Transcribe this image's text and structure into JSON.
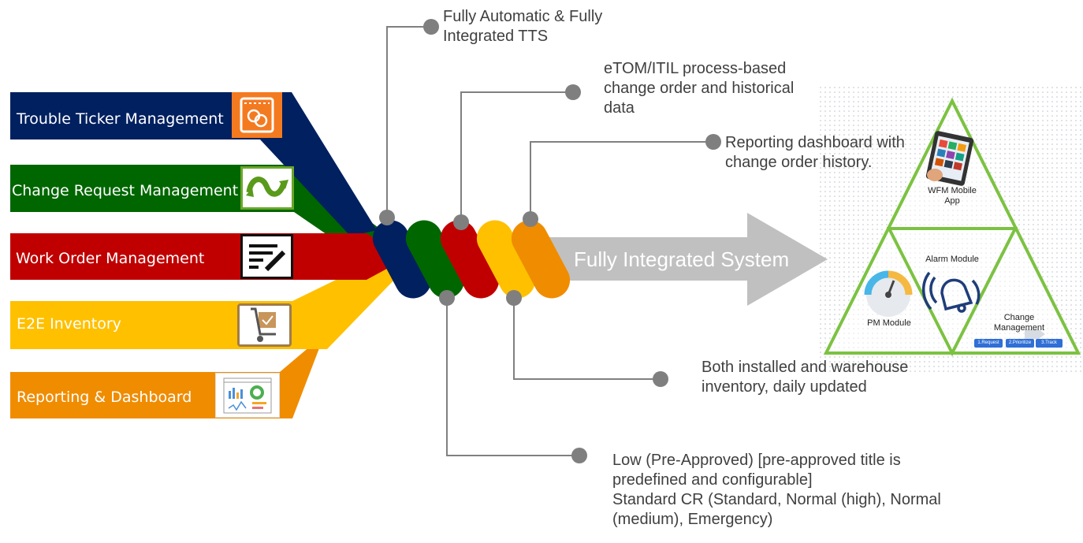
{
  "bars": [
    {
      "label": "Trouble Ticker Management",
      "color": "#002060",
      "icon": "ticket-icon"
    },
    {
      "label": "Change Request Management",
      "color": "#006600",
      "icon": "cycle-arrows-icon"
    },
    {
      "label": "Work Order Management",
      "color": "#c00000",
      "icon": "edit-document-icon"
    },
    {
      "label": "E2E Inventory",
      "color": "#ffc000",
      "icon": "hand-truck-icon"
    },
    {
      "label": "Reporting & Dashboard",
      "color": "#f08c00",
      "icon": "dashboard-chart-icon"
    }
  ],
  "arrow_label": "Fully Integrated System",
  "callouts": {
    "tts": [
      "Fully Automatic & Fully",
      "Integrated TTS"
    ],
    "etom": [
      "eTOM/ITIL process-based",
      "change order and historical",
      "data"
    ],
    "reporting": [
      "Reporting dashboard with",
      "change order history."
    ],
    "inventory": [
      "Both installed and warehouse",
      "inventory, daily updated"
    ],
    "priority": [
      "Low (Pre-Approved) [pre-approved title is",
      "predefined and configurable]",
      "Standard CR (Standard, Normal (high), Normal",
      "(medium), Emergency)"
    ]
  },
  "triangle": {
    "wfm": [
      "WFM Mobile",
      "App"
    ],
    "alarm": "Alarm Module",
    "pm": "PM Module",
    "change": [
      "Change",
      "Management"
    ],
    "tags": [
      "1.Request",
      "2.Prioritize",
      "3.Track"
    ]
  }
}
